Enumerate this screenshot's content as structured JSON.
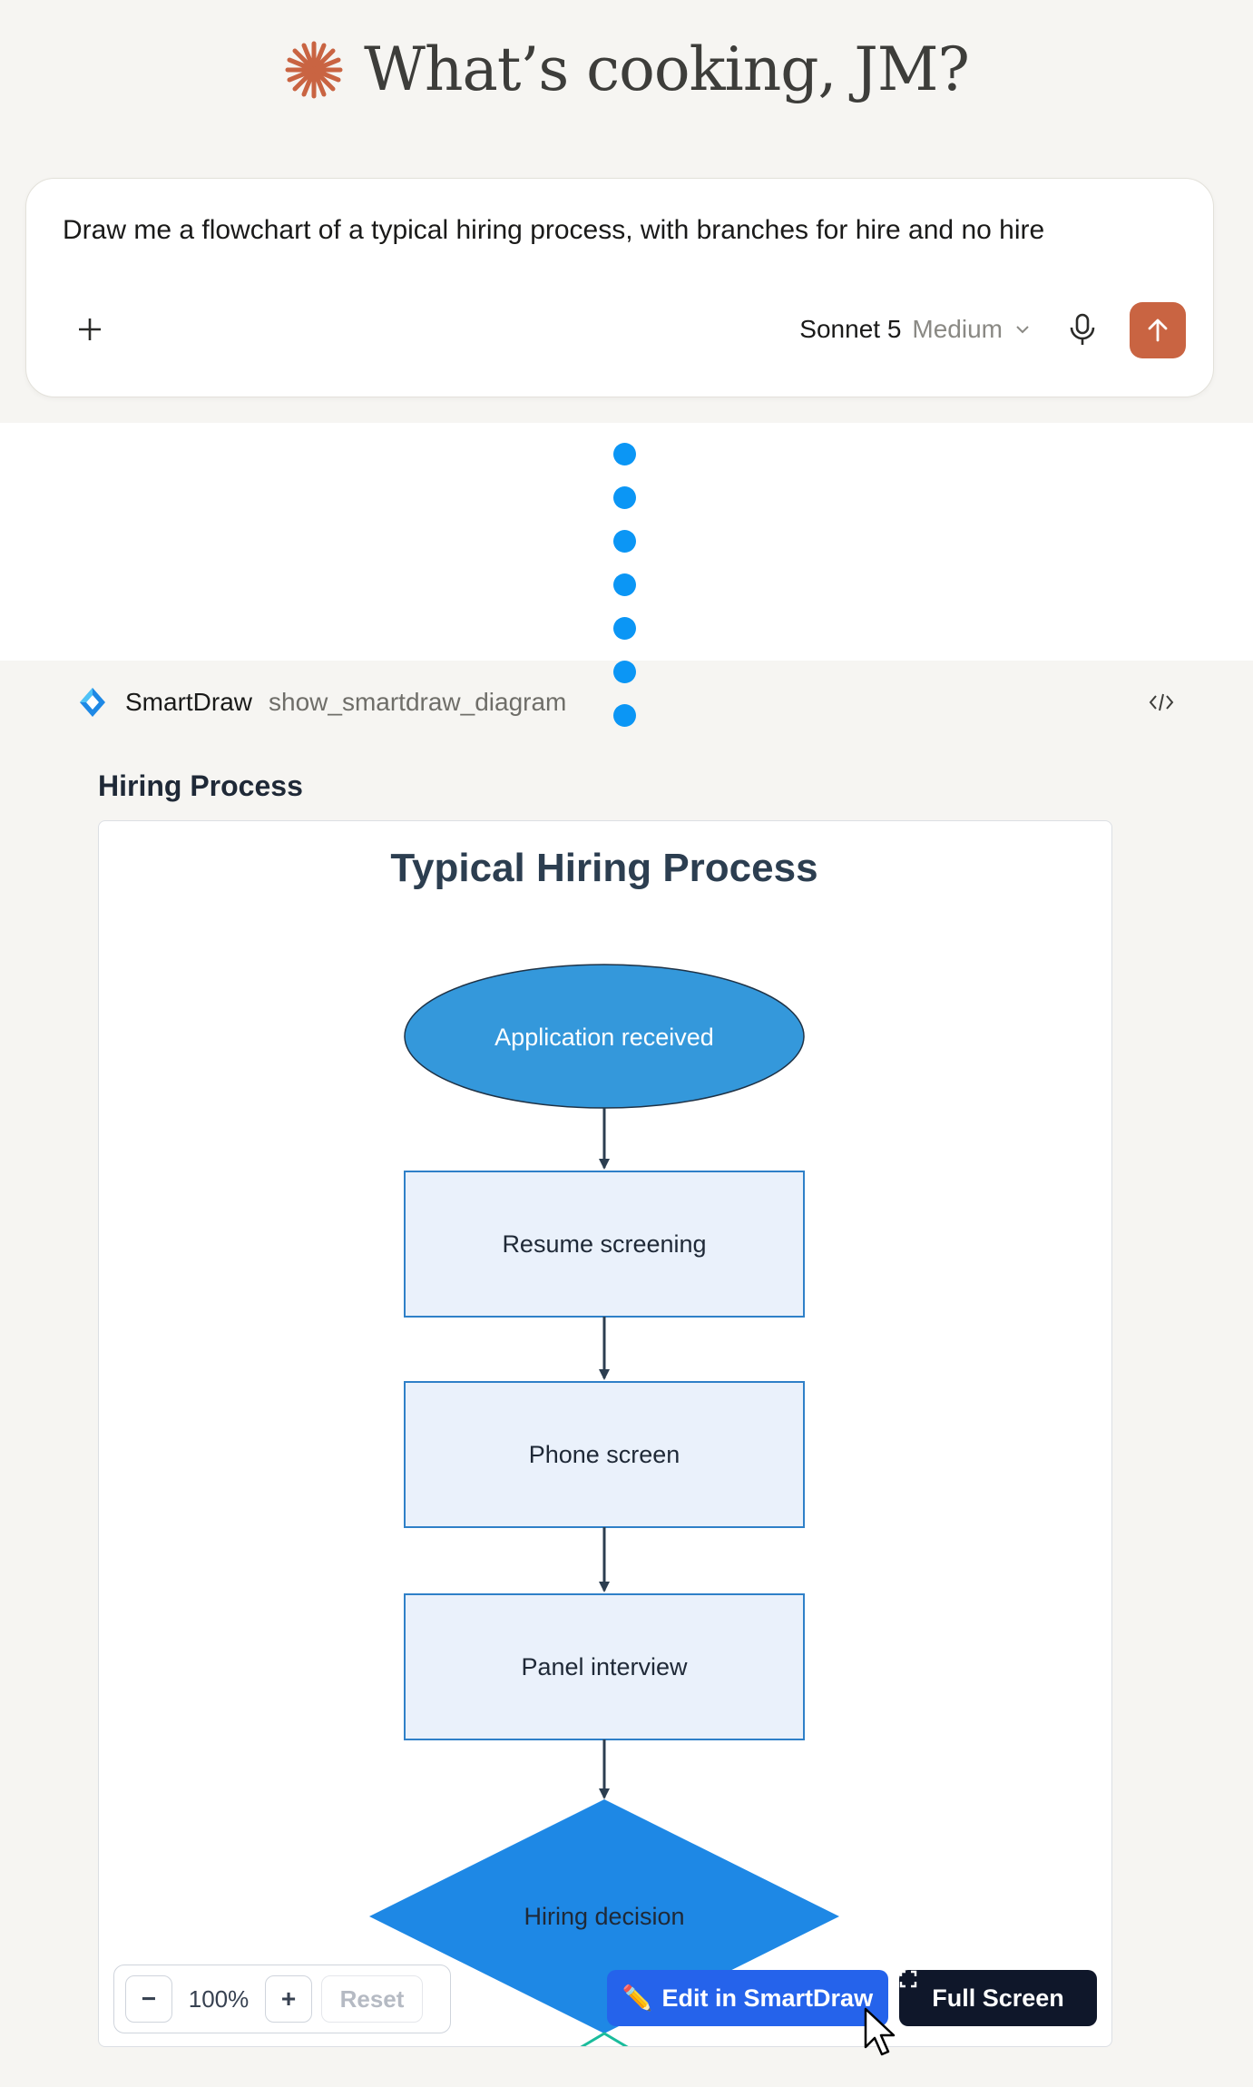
{
  "greeting": {
    "text": "What’s cooking, JM?",
    "icon": "claude-spark-icon",
    "accent": "#c96442"
  },
  "composer": {
    "prompt": "Draw me a flowchart of a typical hiring process, with branches for hire and no hire",
    "model_name": "Sonnet 5",
    "effort": "Medium",
    "send_color": "#c96442"
  },
  "tool": {
    "name": "SmartDraw",
    "function": "show_smartdraw_diagram"
  },
  "card": {
    "title": "Hiring Process"
  },
  "diagram": {
    "title": "Typical Hiring Process",
    "nodes": [
      {
        "id": "n1",
        "shape": "ellipse",
        "label": "Application received"
      },
      {
        "id": "n2",
        "shape": "rect",
        "label": "Resume screening"
      },
      {
        "id": "n3",
        "shape": "rect",
        "label": "Phone screen"
      },
      {
        "id": "n4",
        "shape": "rect",
        "label": "Panel interview"
      },
      {
        "id": "n5",
        "shape": "diamond",
        "label": "Hiring decision"
      }
    ],
    "colors": {
      "ellipse": "#3498db",
      "rect_fill": "#eaf1fb",
      "rect_stroke": "#2f80c8",
      "diamond": "#1e88e5",
      "arrow": "#2c3e50"
    }
  },
  "controls": {
    "zoom_out": "−",
    "zoom_level": "100%",
    "zoom_in": "+",
    "reset": "Reset",
    "edit": "Edit in SmartDraw",
    "edit_icon": "✏️",
    "fullscreen": "Full Screen"
  }
}
